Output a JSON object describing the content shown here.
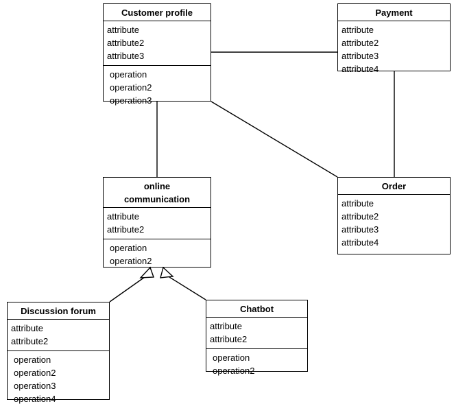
{
  "diagram": {
    "title": "UML class diagram",
    "type": "class-diagram",
    "background_color": "#ffffff",
    "line_color": "#000000",
    "classes": [
      {
        "id": "customer-profile",
        "name": "Customer profile",
        "attributes": [
          "attribute",
          "attribute2",
          "attribute3"
        ],
        "operations": [
          "operation",
          "operation2",
          "operation3"
        ]
      },
      {
        "id": "payment",
        "name": "Payment",
        "attributes": [
          "attribute",
          "attribute2",
          "attribute3",
          "attribute4"
        ],
        "operations": []
      },
      {
        "id": "online-communication",
        "name": "online\ncommunication",
        "attributes": [
          "attribute",
          "attribute2"
        ],
        "operations": [
          "operation",
          "operation2"
        ]
      },
      {
        "id": "order",
        "name": "Order",
        "attributes": [
          "attribute",
          "attribute2",
          "attribute3",
          "attribute4"
        ],
        "operations": []
      },
      {
        "id": "discussion-forum",
        "name": "Discussion forum",
        "attributes": [
          "attribute",
          "attribute2"
        ],
        "operations": [
          "operation",
          "operation2",
          "operation3",
          "operation4"
        ]
      },
      {
        "id": "chatbot",
        "name": "Chatbot",
        "attributes": [
          "attribute",
          "attribute2"
        ],
        "operations": [
          "operation",
          "operation2"
        ]
      }
    ],
    "relationships": [
      {
        "id": "customer-profile-payment",
        "kind": "association",
        "from": "customer-profile",
        "to": "payment"
      },
      {
        "id": "customer-profile-order",
        "kind": "association",
        "from": "customer-profile",
        "to": "order"
      },
      {
        "id": "customer-profile-online-communication",
        "kind": "association",
        "from": "customer-profile",
        "to": "online-communication"
      },
      {
        "id": "payment-order",
        "kind": "association",
        "from": "payment",
        "to": "order"
      },
      {
        "id": "discussion-forum-online-communication",
        "kind": "generalization",
        "from": "discussion-forum",
        "to": "online-communication"
      },
      {
        "id": "chatbot-online-communication",
        "kind": "generalization",
        "from": "chatbot",
        "to": "online-communication"
      }
    ]
  }
}
